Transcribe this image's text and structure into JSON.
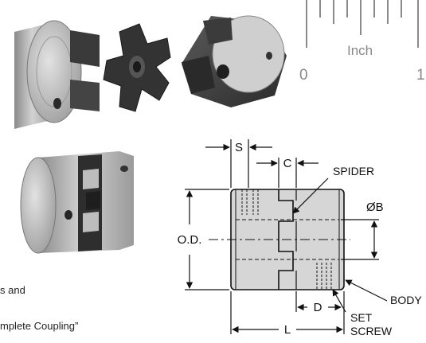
{
  "ruler": {
    "unit": "Inch",
    "start": "0",
    "end": "1"
  },
  "diagram": {
    "dimensions": {
      "s": "S",
      "c": "C",
      "od": "O.D.",
      "bore": "ØB",
      "d": "D",
      "l": "L"
    },
    "callouts": {
      "spider": "SPIDER",
      "body": "BODY",
      "set_line1": "SET",
      "set_line2": "SCREW"
    }
  },
  "caption": {
    "line1": "s and",
    "line2": "mplete Coupling”"
  },
  "colors": {
    "metal": "#b8b8b8",
    "metal_dark": "#6f6f6f",
    "spider": "#2e2e2e",
    "diagram_body": "#d4d4d4",
    "line": "#111111"
  }
}
